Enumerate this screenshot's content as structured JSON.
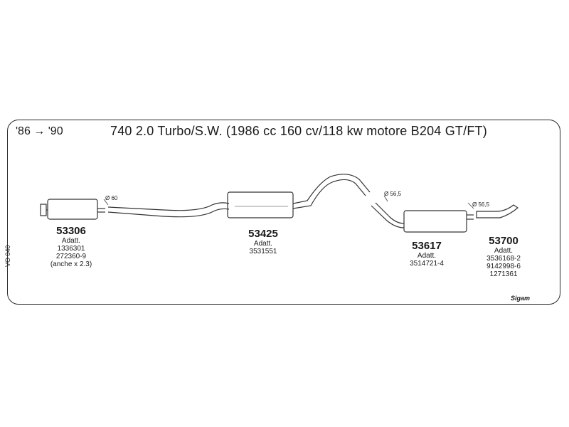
{
  "header": {
    "years": "'86 → '90",
    "title": "740 2.0 Turbo/S.W. (1986 cc 160 cv/118 kw motore B204 GT/FT)"
  },
  "side_code": "VO 040",
  "brand": "Sigam",
  "diameters": {
    "front": "Ø 60",
    "mid": "Ø 56,5",
    "rear": "Ø 56,5"
  },
  "parts": [
    {
      "code": "53306",
      "label": "Adatt.",
      "refs": [
        "1336301",
        "272360-9",
        "(anche x 2.3)"
      ]
    },
    {
      "code": "53425",
      "label": "Adatt.",
      "refs": [
        "3531551"
      ]
    },
    {
      "code": "53617",
      "label": "Adatt.",
      "refs": [
        "3514721-4"
      ]
    },
    {
      "code": "53700",
      "label": "Adatt.",
      "refs": [
        "3536168-2",
        "9142998-6",
        "1271361"
      ]
    }
  ]
}
